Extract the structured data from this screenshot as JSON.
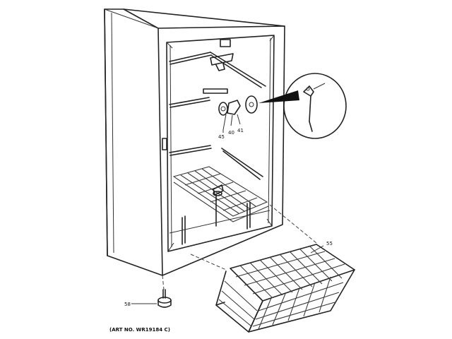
{
  "callouts": {
    "c45": "45",
    "c40": "40",
    "c41": "41",
    "c55": "55",
    "c58": "58"
  },
  "art_number": "(ART NO. WR19184 C)"
}
